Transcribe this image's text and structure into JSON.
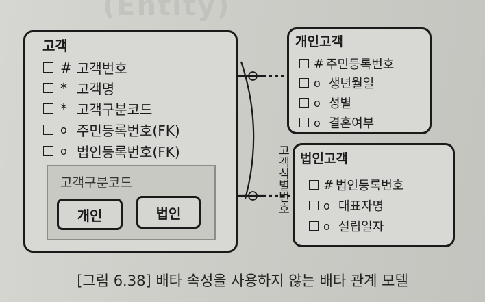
{
  "header_ghost": "(Entity)",
  "customer": {
    "title": "고객",
    "attributes": [
      {
        "mark": "#",
        "name": "고객번호"
      },
      {
        "mark": "*",
        "name": "고객명"
      },
      {
        "mark": "*",
        "name": "고객구분코드"
      },
      {
        "mark": "o",
        "name": "주민등록번호(FK)"
      },
      {
        "mark": "o",
        "name": "법인등록번호(FK)"
      }
    ],
    "group_label": "고객구분코드",
    "buttons": [
      "개인",
      "법인"
    ]
  },
  "individual": {
    "title": "개인고객",
    "attributes": [
      {
        "mark": "#",
        "name": "주민등록번호"
      },
      {
        "mark": "o",
        "name": "생년월일"
      },
      {
        "mark": "o",
        "name": "성별"
      },
      {
        "mark": "o",
        "name": "결혼여부"
      }
    ]
  },
  "corporate": {
    "title": "법인고객",
    "attributes": [
      {
        "mark": "#",
        "name": "법인등록번호"
      },
      {
        "mark": "o",
        "name": "대표자명"
      },
      {
        "mark": "o",
        "name": "설립일자"
      }
    ]
  },
  "relationship_label": "고객식별번호",
  "caption": "[그림 6.38] 배타 속성을 사용하지 않는 배타 관계 모델"
}
